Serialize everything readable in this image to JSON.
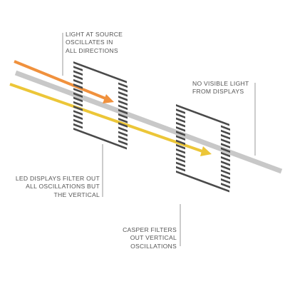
{
  "labels": {
    "light_source": [
      "LIGHT AT SOURCE",
      "OSCILLATES IN",
      "ALL DIRECTIONS"
    ],
    "no_visible_light": [
      "NO VISIBLE LIGHT",
      "FROM DISPLAYS"
    ],
    "led_filter": [
      "LED DISPLAYS FILTER OUT",
      "ALL OSCILLATIONS BUT",
      "THE VERTICAL"
    ],
    "casper_filter": [
      "CASPER FILTERS",
      "OUT VERTICAL",
      "OSCILLATIONS"
    ]
  },
  "colors": {
    "orange_beam": "#f0913d",
    "yellow_beam": "#ecc638",
    "gray_beam": "#c8c8c8",
    "filter_stripes": "#4a4a4a",
    "callout": "#9a9a9a",
    "text": "#555555"
  }
}
